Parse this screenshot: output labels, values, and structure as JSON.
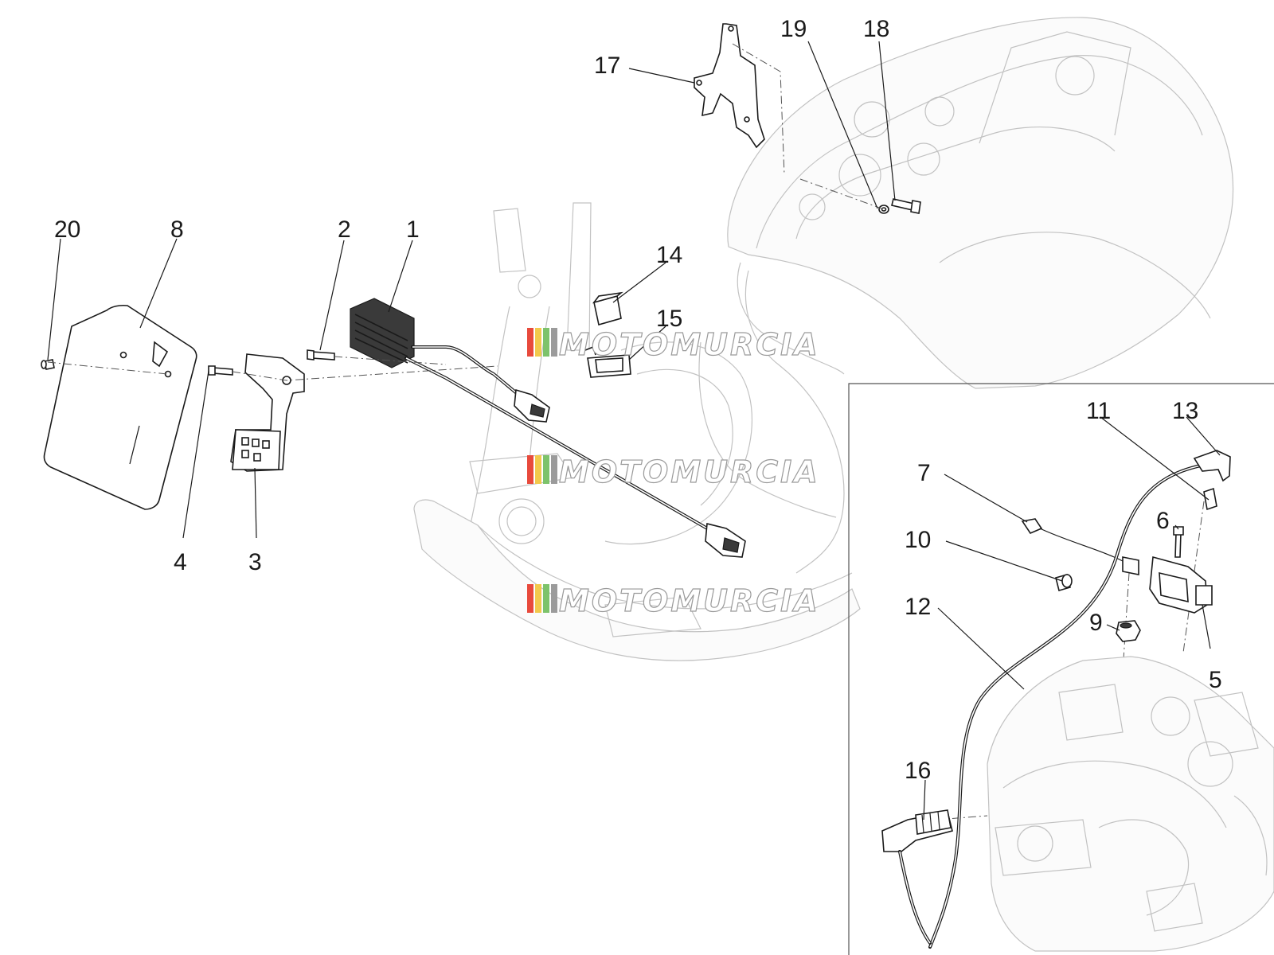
{
  "callouts": [
    {
      "id": "1",
      "text": "1"
    },
    {
      "id": "2",
      "text": "2"
    },
    {
      "id": "3",
      "text": "3"
    },
    {
      "id": "4",
      "text": "4"
    },
    {
      "id": "5",
      "text": "5"
    },
    {
      "id": "6",
      "text": "6"
    },
    {
      "id": "7",
      "text": "7"
    },
    {
      "id": "8",
      "text": "8"
    },
    {
      "id": "9",
      "text": "9"
    },
    {
      "id": "10",
      "text": "10"
    },
    {
      "id": "11",
      "text": "11"
    },
    {
      "id": "12",
      "text": "12"
    },
    {
      "id": "13",
      "text": "13"
    },
    {
      "id": "14",
      "text": "14"
    },
    {
      "id": "15",
      "text": "15"
    },
    {
      "id": "16",
      "text": "16"
    },
    {
      "id": "17",
      "text": "17"
    },
    {
      "id": "18",
      "text": "18"
    },
    {
      "id": "19",
      "text": "19"
    },
    {
      "id": "20",
      "text": "20"
    }
  ],
  "watermark": {
    "text": "MOTOMURCIA",
    "stripe_colors": [
      "#e84a3c",
      "#f2c94c",
      "#7dc36b",
      "#9b9b9b"
    ]
  },
  "colors": {
    "ink": "#1a1a1a",
    "ghost_lines": "#c2c2c2",
    "background": "#ffffff"
  }
}
